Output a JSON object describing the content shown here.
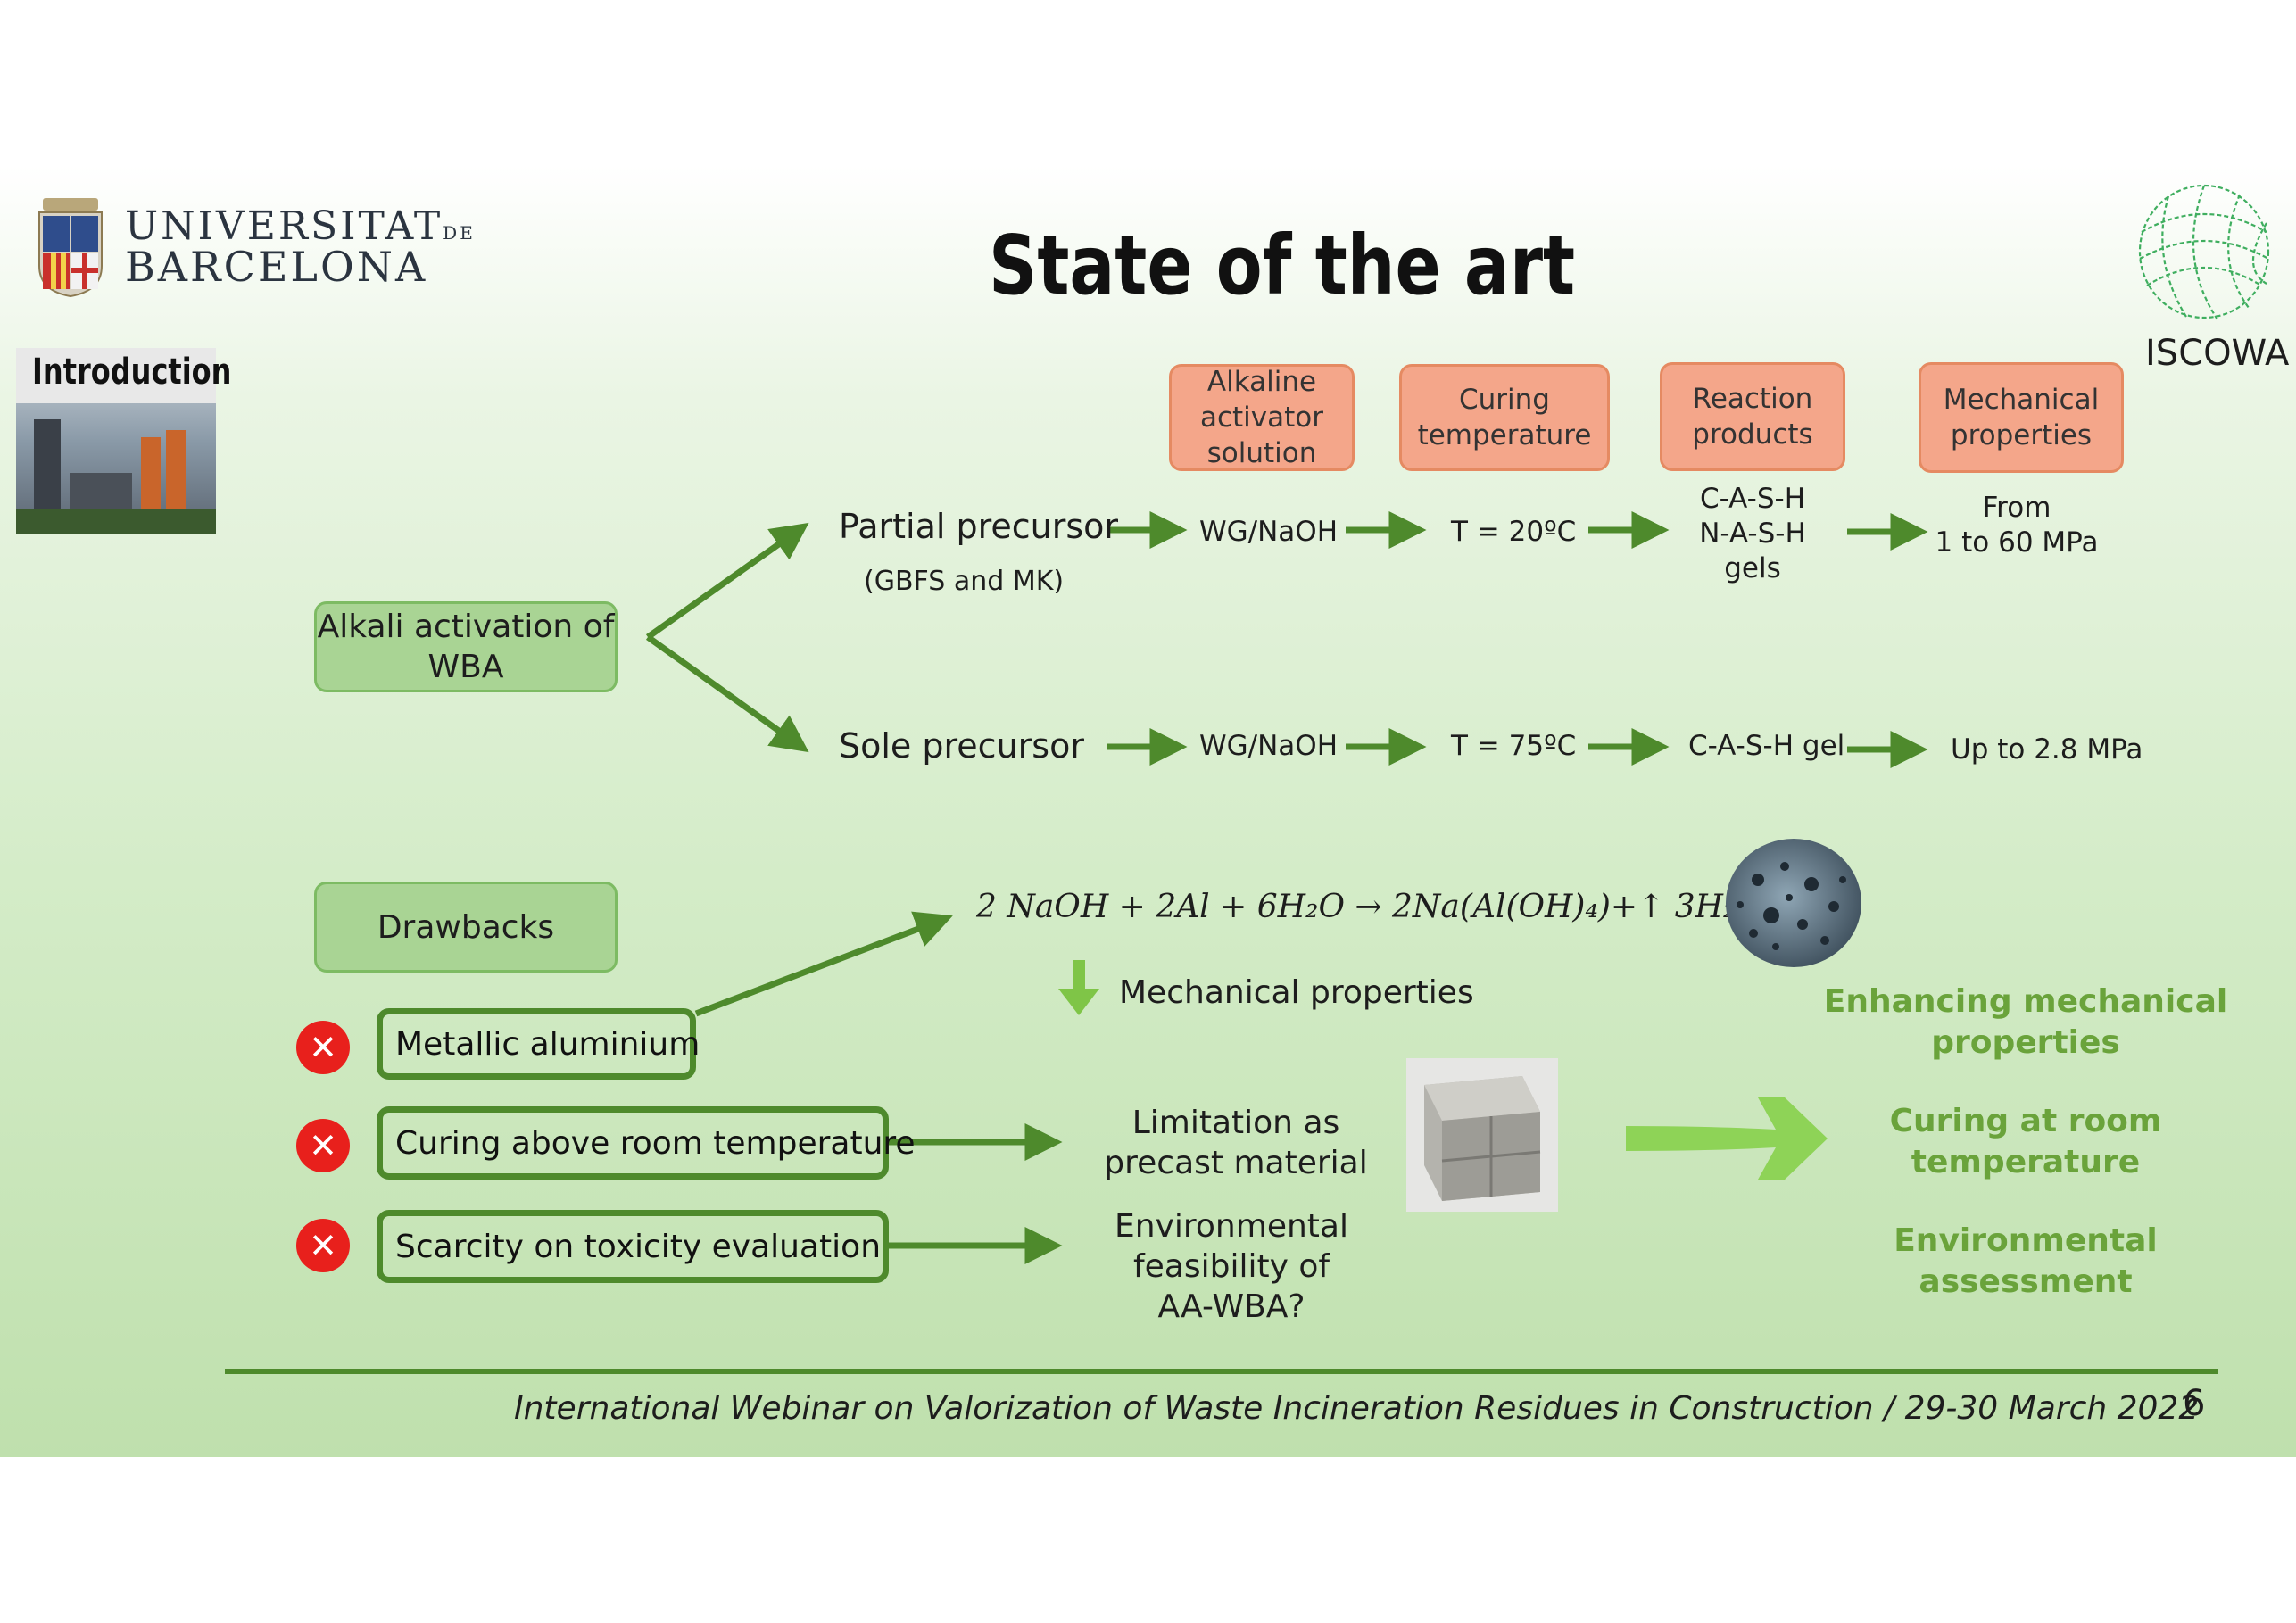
{
  "header": {
    "university_line1": "UNIVERSITAT",
    "university_de": "DE",
    "university_line2": "BARCELONA",
    "title": "State of the art",
    "iscowa": "ISCOWA",
    "section": "Introduction"
  },
  "columns": [
    "Alkaline activator solution",
    "Curing temperature",
    "Reaction products",
    "Mechanical properties"
  ],
  "alkali_activation_box": "Alkali activation of WBA",
  "partial": {
    "label": "Partial precursor",
    "sub": "(GBFS and MK)",
    "activator": "WG/NaOH",
    "temperature": "T = 20ºC",
    "products": [
      "C-A-S-H",
      "N-A-S-H",
      "gels"
    ],
    "mechanical": [
      "From",
      "1 to 60 MPa"
    ]
  },
  "sole": {
    "label": "Sole precursor",
    "activator": "WG/NaOH",
    "temperature": "T = 75ºC",
    "products": "C-A-S-H gel",
    "mechanical": "Up to 2.8 MPa"
  },
  "drawbacks": {
    "title": "Drawbacks",
    "items": [
      "Metallic aluminium",
      "Curing above room temperature",
      "Scarcity on toxicity evaluation"
    ]
  },
  "reaction": {
    "equation": "2 NaOH + 2Al +  6H₂O → 2Na(Al(OH)₄)+↑ 3H₂↑",
    "effect": "Mechanical properties"
  },
  "consequences": {
    "precast": [
      "Limitation as",
      "precast material"
    ],
    "environmental": [
      "Environmental",
      "feasibility of",
      "AA-WBA?"
    ]
  },
  "goals": [
    [
      "Enhancing mechanical",
      "properties"
    ],
    [
      "Curing at room",
      "temperature"
    ],
    [
      "Environmental",
      "assessment"
    ]
  ],
  "footer": {
    "text": "International Webinar on Valorization of Waste Incineration Residues in Construction / 29-30 March 2022",
    "page": "6"
  },
  "colors": {
    "arrow_green": "#4e8a2c",
    "goal_green": "#6aa33b",
    "orange_box": "#f4a68a",
    "green_box": "#a9d494",
    "x_red": "#e8201c"
  }
}
